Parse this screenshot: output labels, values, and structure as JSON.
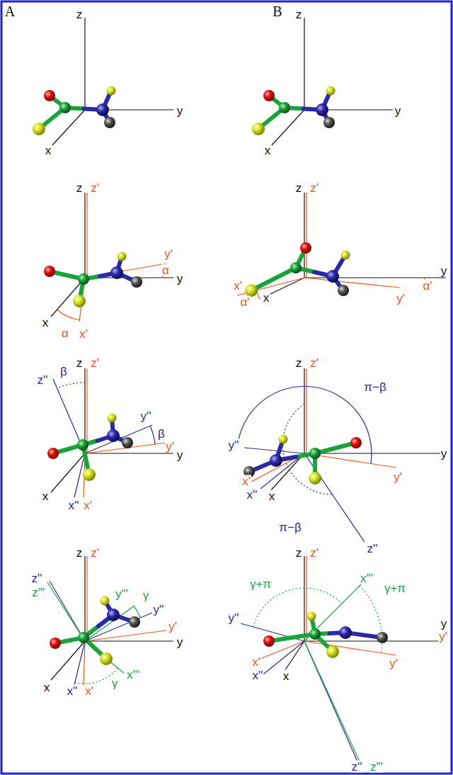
{
  "diagram": {
    "labels": [
      "A",
      "z",
      "y",
      "x",
      "B",
      "z",
      "y",
      "x",
      "z",
      "z'",
      "y'",
      "α",
      "y",
      "x",
      "α",
      "x'",
      "z",
      "z'",
      "y",
      "α'",
      "y'",
      "x'",
      "α'",
      "x",
      "z''",
      "β",
      "z",
      "z'",
      "y''",
      "β",
      "y'",
      "y",
      "x",
      "x''",
      "x'",
      "z",
      "z'",
      "π−β",
      "y''",
      "y",
      "y'",
      "x'",
      "x''",
      "x",
      "π−β",
      "z''",
      "z",
      "z'",
      "z''",
      "z'''",
      "y'''",
      "γ",
      "y''",
      "y'",
      "y",
      "x'''",
      "γ",
      "x",
      "x''",
      "x'",
      "z",
      "z'",
      "γ+π",
      "x'''",
      "γ+π",
      "y''",
      "y",
      "y'",
      "y'",
      "x'",
      "x''",
      "x",
      "z''",
      "z'''"
    ]
  }
}
